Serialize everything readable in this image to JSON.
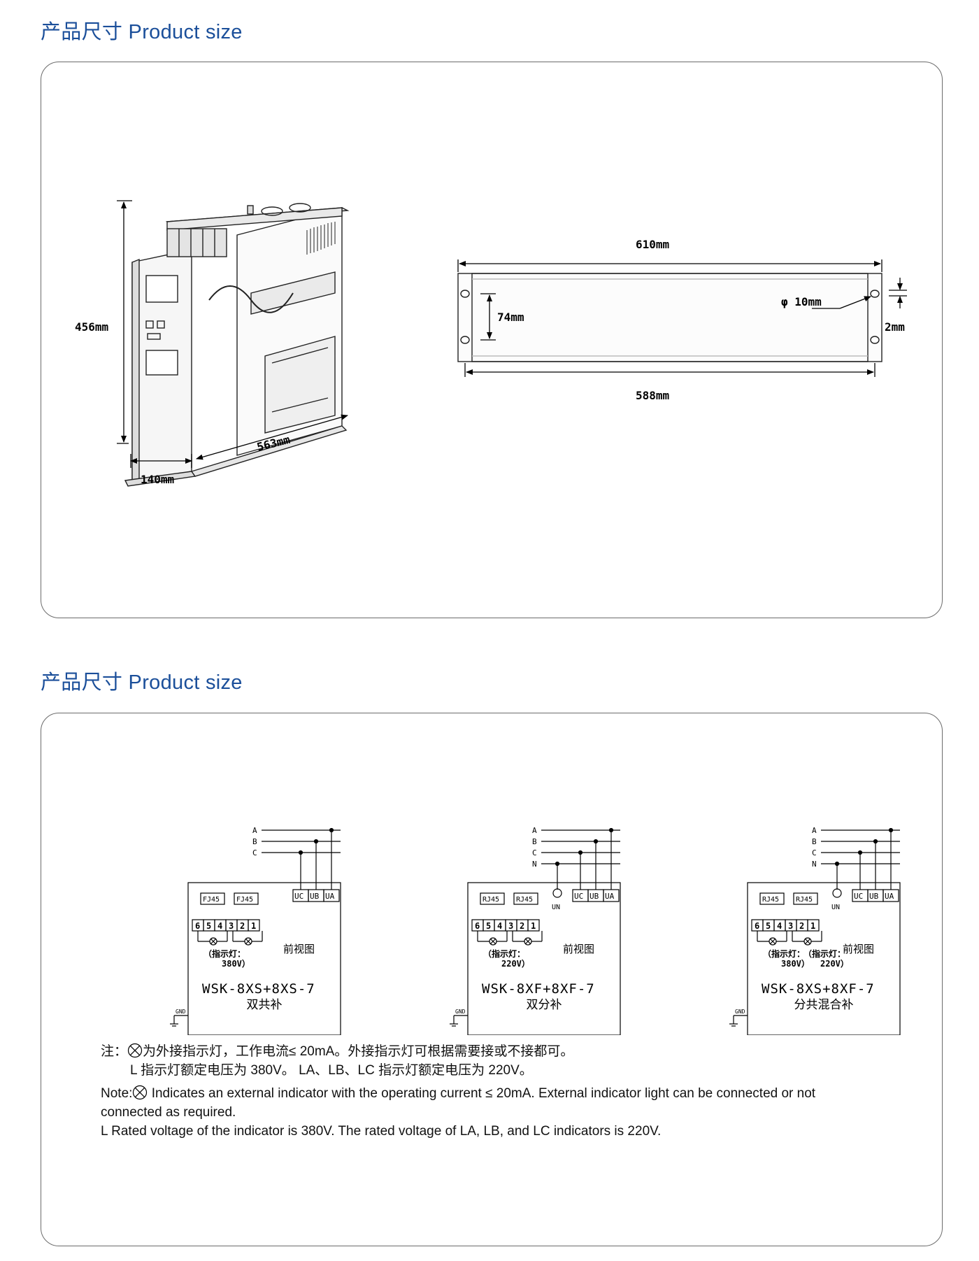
{
  "section1": {
    "title": "产品尺寸 Product size"
  },
  "side_view": {
    "height_label": "456mm",
    "depth_label": "563mm",
    "width_label": "140mm"
  },
  "mount_view": {
    "length_label": "610mm",
    "hole_pitch_label": "588mm",
    "hole_spacing_label": "74mm",
    "hole_diameter_label": "φ 10mm",
    "offset_label": "2mm"
  },
  "section2": {
    "title": "产品尺寸 Product size"
  },
  "wiring": [
    {
      "phase_labels": [
        "A",
        "B",
        "C"
      ],
      "terminals": [
        "UC",
        "UB",
        "UA"
      ],
      "ports": [
        "FJ45",
        "FJ45"
      ],
      "pins": [
        "6",
        "5",
        "4",
        "3",
        "2",
        "1"
      ],
      "indicator_note": "（指示灯：",
      "indicator_voltage": "380V）",
      "view_label": "前视图",
      "model": "WSK-8XS+8XS-7",
      "mode": "双共补",
      "gnd": "GND"
    },
    {
      "phase_labels": [
        "A",
        "B",
        "C",
        "N"
      ],
      "terminals": [
        "UC",
        "UB",
        "UA"
      ],
      "neutral": "UN",
      "ports": [
        "RJ45",
        "RJ45"
      ],
      "pins": [
        "6",
        "5",
        "4",
        "3",
        "2",
        "1"
      ],
      "indicator_note": "（指示灯：",
      "indicator_voltage": "220V）",
      "view_label": "前视图",
      "model": "WSK-8XF+8XF-7",
      "mode": "双分补",
      "gnd": "GND"
    },
    {
      "phase_labels": [
        "A",
        "B",
        "C",
        "N"
      ],
      "terminals": [
        "UC",
        "UB",
        "UA"
      ],
      "neutral": "UN",
      "ports": [
        "RJ45",
        "RJ45"
      ],
      "pins": [
        "6",
        "5",
        "4",
        "3",
        "2",
        "1"
      ],
      "indicator_note": "（指示灯：",
      "indicator_voltage": "380V）",
      "indicator_note_2": "（指示灯：",
      "indicator_voltage_2": "220V）",
      "view_label": "前视图",
      "model": "WSK-8XS+8XF-7",
      "mode": "分共混合补",
      "gnd": "GND"
    }
  ],
  "notes": {
    "cn_prefix": "注：",
    "cn_line1": "为外接指示灯，工作电流≤ 20mA。外接指示灯可根据需要接或不接都可。",
    "cn_line2": "L 指示灯额定电压为 380V。 LA、LB、LC 指示灯额定电压为 220V。",
    "en_prefix": "Note:",
    "en_line1": " Indicates an external indicator with the operating current ≤ 20mA. External indicator light can be connected or not",
    "en_line2": "connected as required.",
    "en_line3": "L Rated voltage of the indicator is 380V. The rated voltage of LA, LB, and LC indicators is 220V."
  }
}
